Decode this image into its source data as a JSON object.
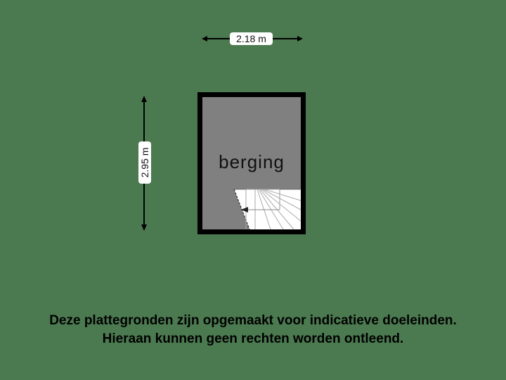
{
  "floorplan": {
    "room": {
      "name": "berging",
      "fill_color": "#808080",
      "wall_color": "#000000"
    },
    "dimensions": {
      "width": "2.18 m",
      "depth": "2.95 m"
    },
    "background_color": "#4b7a50",
    "stair": {
      "icon": "staircase-icon",
      "direction_arrow": "arrow-left-icon"
    }
  },
  "disclaimer": {
    "line1": "Deze plattegronden zijn opgemaakt voor indicatieve doeleinden.",
    "line2": "Hieraan kunnen geen rechten worden ontleend."
  }
}
